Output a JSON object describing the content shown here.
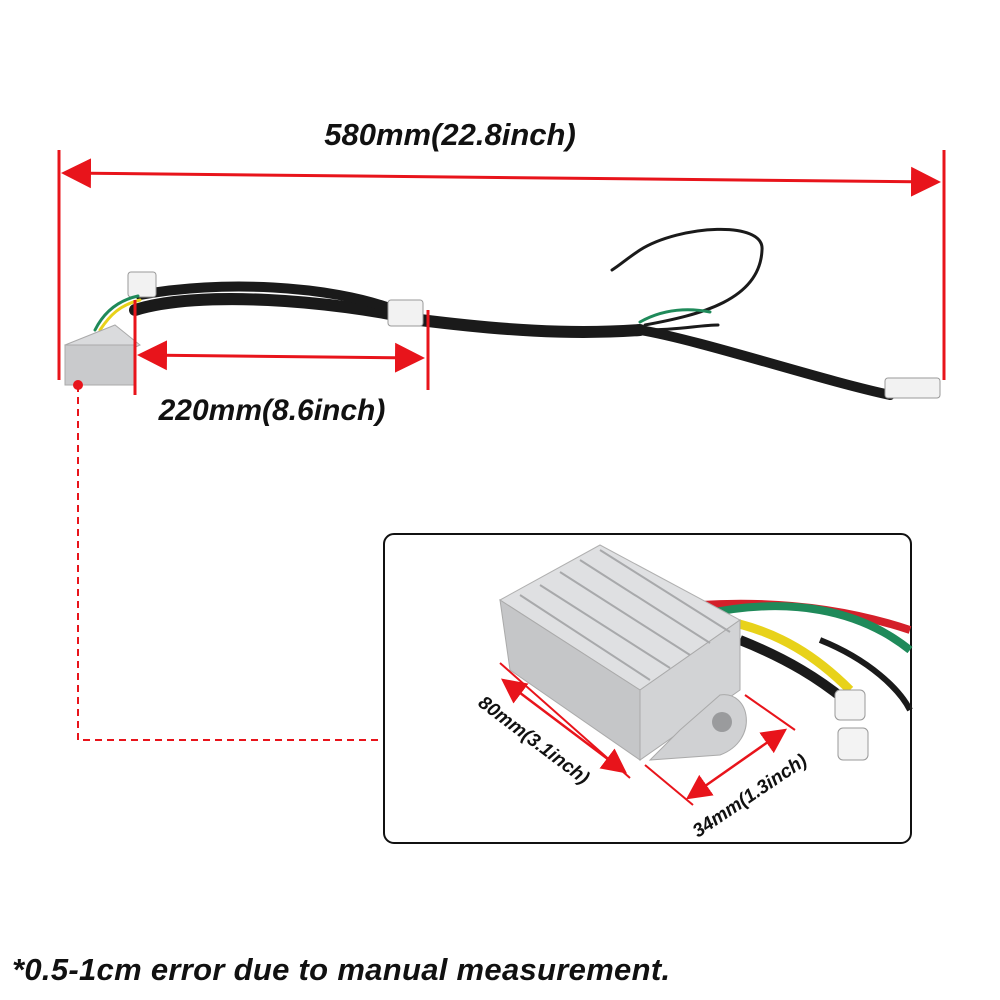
{
  "dimensions": {
    "total_length": "580mm(22.8inch)",
    "branch_length": "220mm(8.6inch)",
    "regulator_length": "80mm(3.1inch)",
    "regulator_width": "34mm(1.3inch)"
  },
  "footnote": "*0.5-1cm error due to manual measurement.",
  "colors": {
    "dimension_line": "#e8141b",
    "cable": "#1a1a1a",
    "wire_green": "#1f8a5a",
    "wire_red": "#d4202a",
    "wire_yellow": "#e8d21a",
    "housing": "#c9cacc"
  }
}
